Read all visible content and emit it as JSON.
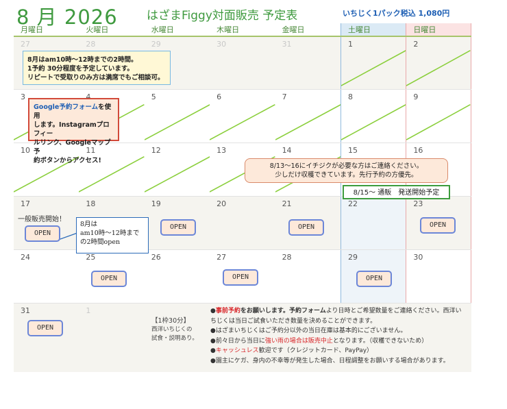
{
  "header": {
    "month": "8 月 2026",
    "title": "はざまFiggy対面販売 予定表",
    "price": "いちじく1パック税込 1,080円"
  },
  "weekdays": [
    "月曜日",
    "火曜日",
    "水曜日",
    "木曜日",
    "金曜日",
    "土曜日",
    "日曜日"
  ],
  "weeks": [
    [
      "27",
      "28",
      "29",
      "30",
      "31",
      "1",
      "2"
    ],
    [
      "3",
      "4",
      "5",
      "6",
      "7",
      "8",
      "9"
    ],
    [
      "10",
      "11",
      "12",
      "13",
      "14",
      "15",
      "16"
    ],
    [
      "17",
      "18",
      "19",
      "20",
      "21",
      "22",
      "23"
    ],
    [
      "24",
      "25",
      "26",
      "27",
      "28",
      "29",
      "30"
    ],
    [
      "31",
      "1"
    ]
  ],
  "info_box": {
    "line1": "8月はam10時～12時までの2時間。",
    "line2": "1予約 30分程度を予定しています。",
    "line3": "リピートで受取りのみ方は満席でもご相談可。"
  },
  "google_box": {
    "part1": "Google予約フォーム",
    "part2": "を使用",
    "part3": "します。Instagramプロフィー",
    "part4": "ルリンク、Googleマップ予",
    "part5": "約ボタンからアクセス!"
  },
  "ichijiku_box": {
    "line1": "8/13～16にイチジクが必要な方はご連絡ください。",
    "line2": "少しだけ収穫できています。先行予約の方優先。"
  },
  "tsuhan_box": "8/15～ 通販　発送開始予定",
  "first_sale": "一般販売開始！",
  "aug_box": {
    "line1": "8月は",
    "line2": "am10時～12時まで",
    "line3": "の2時間open"
  },
  "open_label": "OPEN",
  "slot_info": {
    "line1": "【1枠30分】",
    "line2": "西洋いちじくの",
    "line3": "試食・説明あり。"
  },
  "notes": {
    "n1_bullet": "●",
    "n1_red": "事前予約",
    "n1_a": "をお願いします。",
    "n1_bold": "予約フォーム",
    "n1_b": "より日時とご希望数量をご連絡ください。西洋い",
    "n1_c": "ちじくは当日ご試食いただき数量を決めることができます。",
    "n2": "●はざまいちじくはご予約分以外の当日在庫は基本的にございません。",
    "n3_a": "●前々日から当日に",
    "n3_red": "強い雨の場合は販売中止",
    "n3_b": "となります。（収穫できないため）",
    "n4_a": "●",
    "n4_red": "キャッシュレス",
    "n4_b": "歓迎です（クレジットカード、PayPay）",
    "n5": "●園主にケガ、身内の不幸等が発生した場合、日程調整をお願いする場合があります。"
  }
}
